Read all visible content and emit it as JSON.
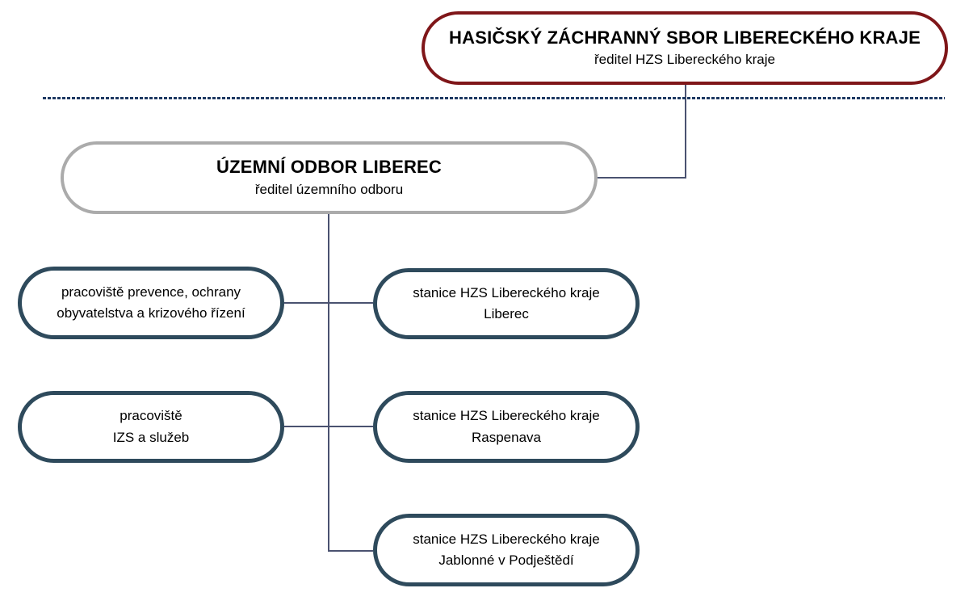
{
  "chart": {
    "type": "org-chart",
    "root": {
      "title": "HASIČSKÝ ZÁCHRANNÝ SBOR LIBERECKÉHO KRAJE",
      "subtitle": "ředitel HZS Libereckého kraje"
    },
    "department": {
      "title": "ÚZEMNÍ ODBOR LIBEREC",
      "subtitle": "ředitel územního odboru"
    },
    "units": [
      {
        "line1": "pracoviště prevence, ochrany",
        "line2": "obyvatelstva a krizového řízení"
      },
      {
        "line1": "pracoviště",
        "line2": "IZS a služeb"
      }
    ],
    "stations": [
      {
        "line1": "stanice HZS Libereckého kraje",
        "line2": "Liberec"
      },
      {
        "line1": "stanice HZS Libereckého kraje",
        "line2": "Raspenava"
      },
      {
        "line1": "stanice HZS Libereckého kraje",
        "line2": "Jablonné v Podještědí"
      }
    ]
  },
  "colors": {
    "background": "#ffffff",
    "text_color": "#000000",
    "root_border": "#7f1619",
    "dept_border": "#ababab",
    "unit_border": "#2e4a5c",
    "line_color": "#4a5270",
    "divider_color": "#1f3a63"
  }
}
